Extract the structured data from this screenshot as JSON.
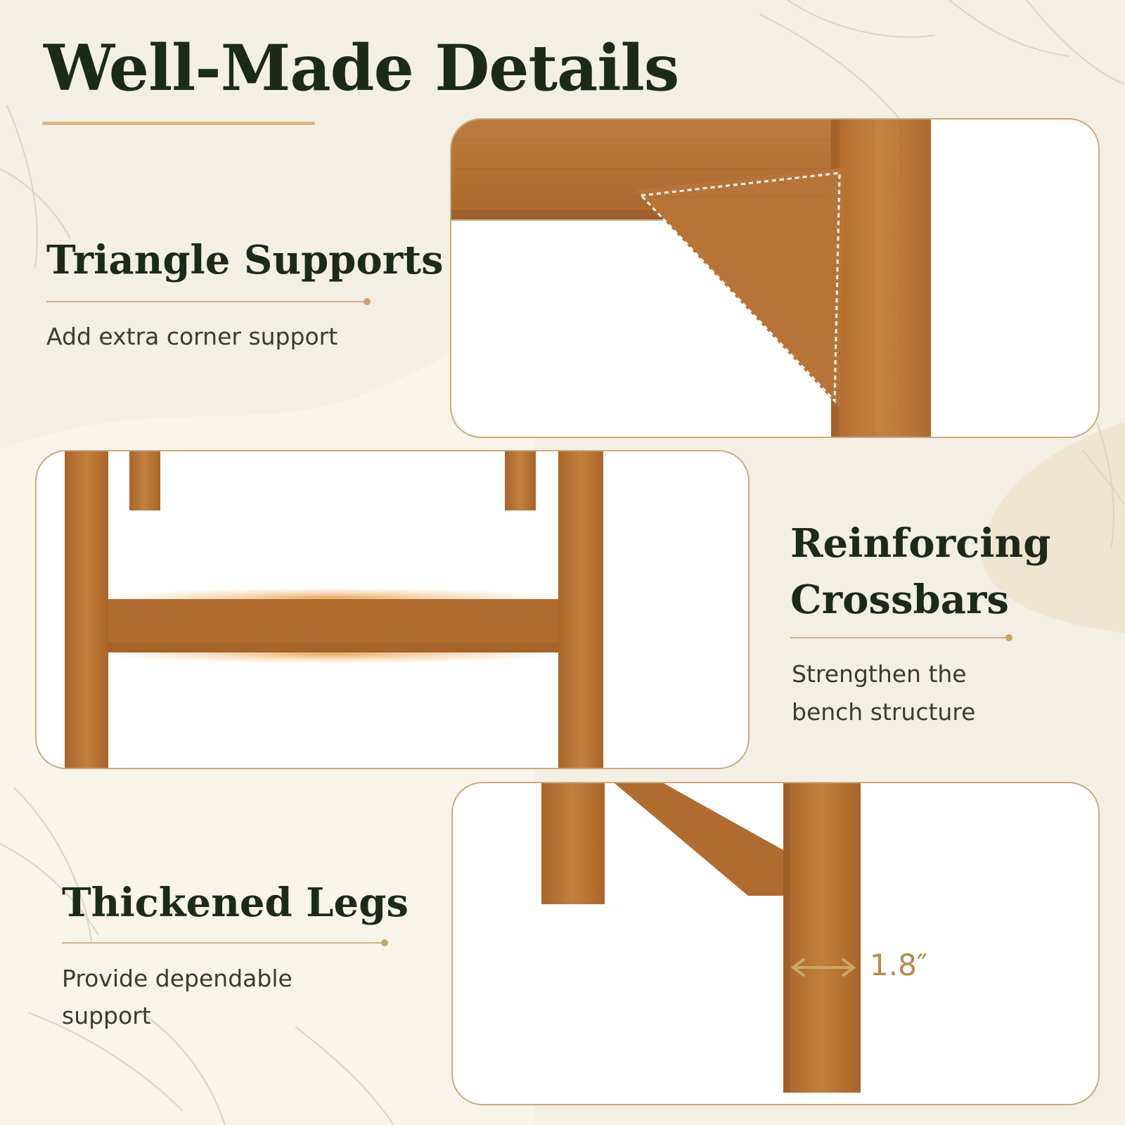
{
  "heading": "Well-Made Details",
  "features": [
    {
      "title": "Triangle Supports",
      "description": "Add extra corner support"
    },
    {
      "title_lines": [
        "Reinforcing",
        "Crossbars"
      ],
      "description_lines": [
        "Strengthen the",
        "bench structure"
      ]
    },
    {
      "title": "Thickened Legs",
      "description_lines": [
        "Provide dependable",
        "support"
      ]
    }
  ],
  "leg_measurement": "1.8″",
  "colors": {
    "background": "#f4efe4",
    "heading": "#1c2a1c",
    "accent_gold": "#c9a46a",
    "wood": "#b66f30",
    "panel": "#ffffff"
  }
}
